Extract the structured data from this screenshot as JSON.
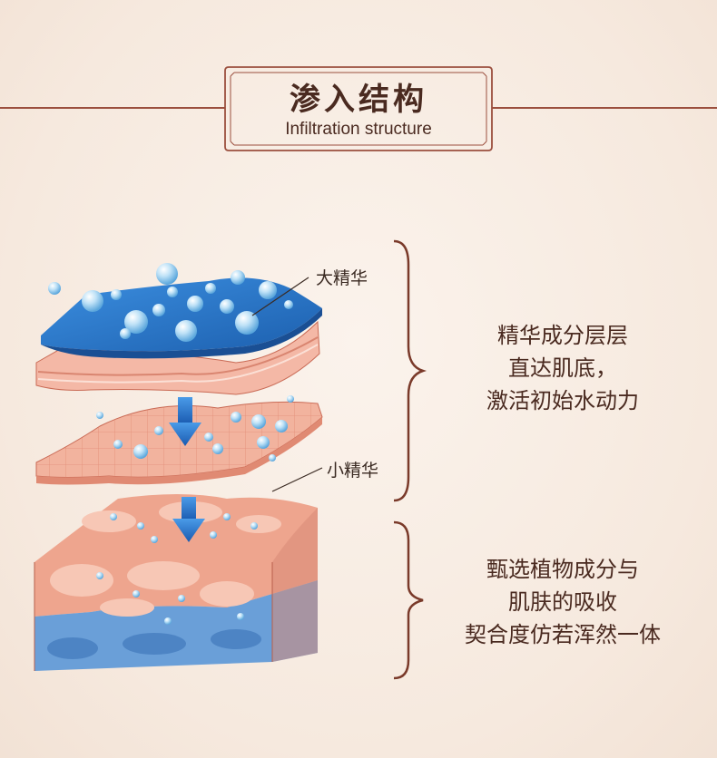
{
  "header": {
    "title_cn": "渗入结构",
    "title_en": "Infiltration structure"
  },
  "labels": {
    "large_essence": "大精华",
    "small_essence": "小精华"
  },
  "descriptions": {
    "top": [
      "精华成分层层",
      "直达肌底，",
      "激活初始水动力"
    ],
    "bottom": [
      "甄选植物成分与",
      "肌肤的吸收",
      "契合度仿若浑然一体"
    ]
  },
  "colors": {
    "accent": "#9b4f3e",
    "text": "#4a2a20",
    "blue_layer": "#2a6fc0",
    "skin": "#f0a894",
    "deep_blue": "#6a9fd8"
  }
}
